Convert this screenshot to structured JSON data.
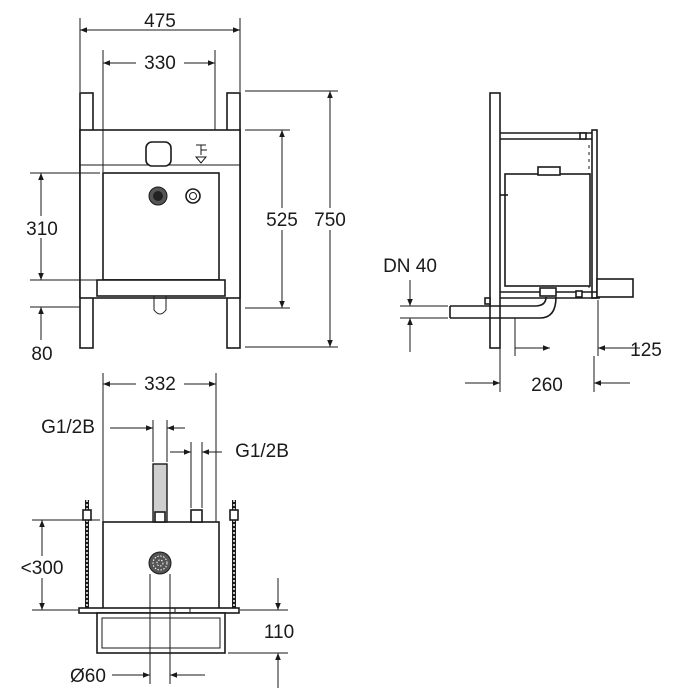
{
  "front_view": {
    "width_outer": "475",
    "width_inner": "330",
    "height_total": "750",
    "height_box": "525",
    "height_panel": "310",
    "height_feet": "80"
  },
  "side_view": {
    "drain_label": "DN 40",
    "depth_outlet": "125",
    "depth_total": "260"
  },
  "top_view": {
    "width": "332",
    "pipe_left_label": "G1/2B",
    "pipe_right_label": "G1/2B",
    "depth_max": "<300",
    "frame_depth": "110",
    "diameter": "Ø60"
  },
  "colors": {
    "line": "#1a1a1a",
    "fill_gray": "#cfcfcf"
  }
}
